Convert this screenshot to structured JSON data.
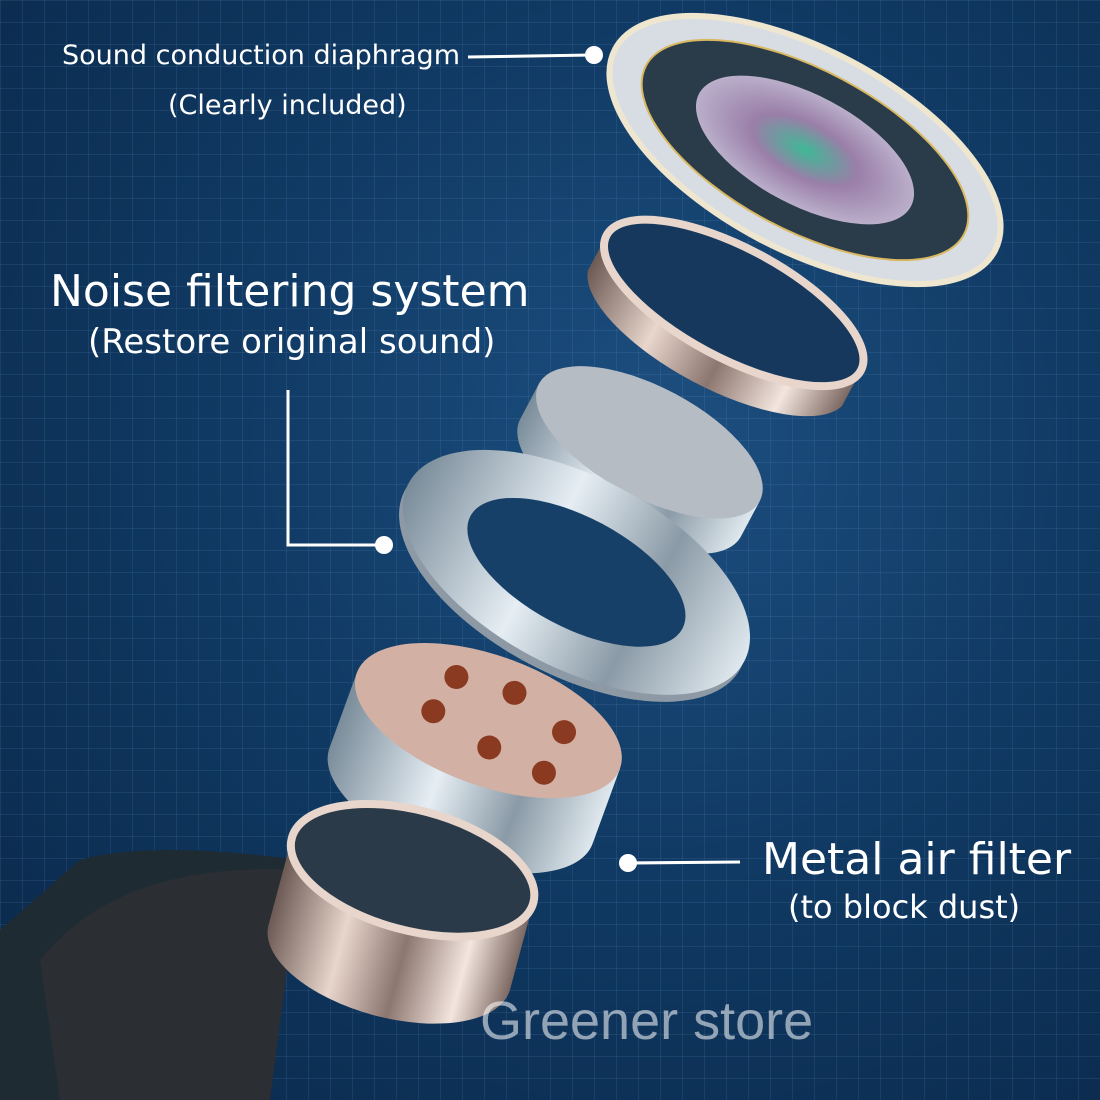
{
  "labels": {
    "diaphragm": {
      "title": "Sound conduction diaphragm",
      "subtitle": "(Clearly included)"
    },
    "noise_filter": {
      "title": "Noise filtering system",
      "subtitle": "(Restore original sound)"
    },
    "air_filter": {
      "title": "Metal air filter",
      "subtitle": "(to block dust)"
    }
  },
  "watermark": "Greener store",
  "colors": {
    "background": "#103a64",
    "metal": "#c9b3a8",
    "accent": "#ffffff"
  }
}
